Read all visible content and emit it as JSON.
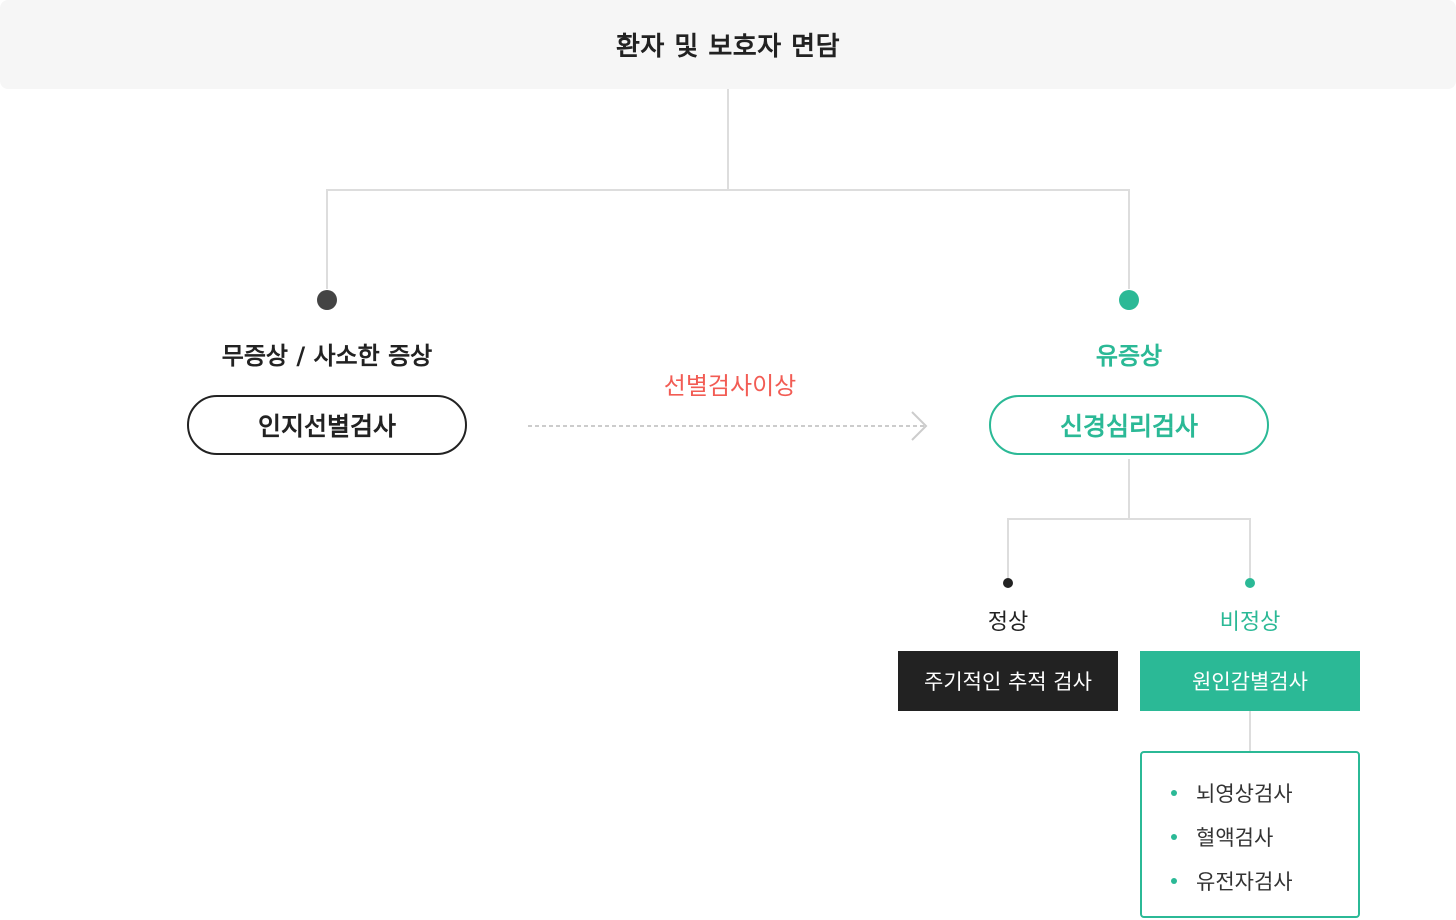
{
  "header": {
    "title": "환자 및 보호자 면담"
  },
  "left": {
    "category": "무증상 / 사소한 증상",
    "test": "인지선별검사"
  },
  "arrow": {
    "label": "선별검사이상"
  },
  "right": {
    "category": "유증상",
    "test": "신경심리검사",
    "normal": {
      "label": "정상",
      "action": "주기적인 추적 검사"
    },
    "abnormal": {
      "label": "비정상",
      "action": "원인감별검사"
    },
    "tests": [
      "뇌영상검사",
      "혈액검사",
      "유전자검사"
    ]
  },
  "colors": {
    "accent": "#2bb996",
    "dark": "#222222",
    "warn": "#f25c54",
    "line": "#dddddd"
  }
}
